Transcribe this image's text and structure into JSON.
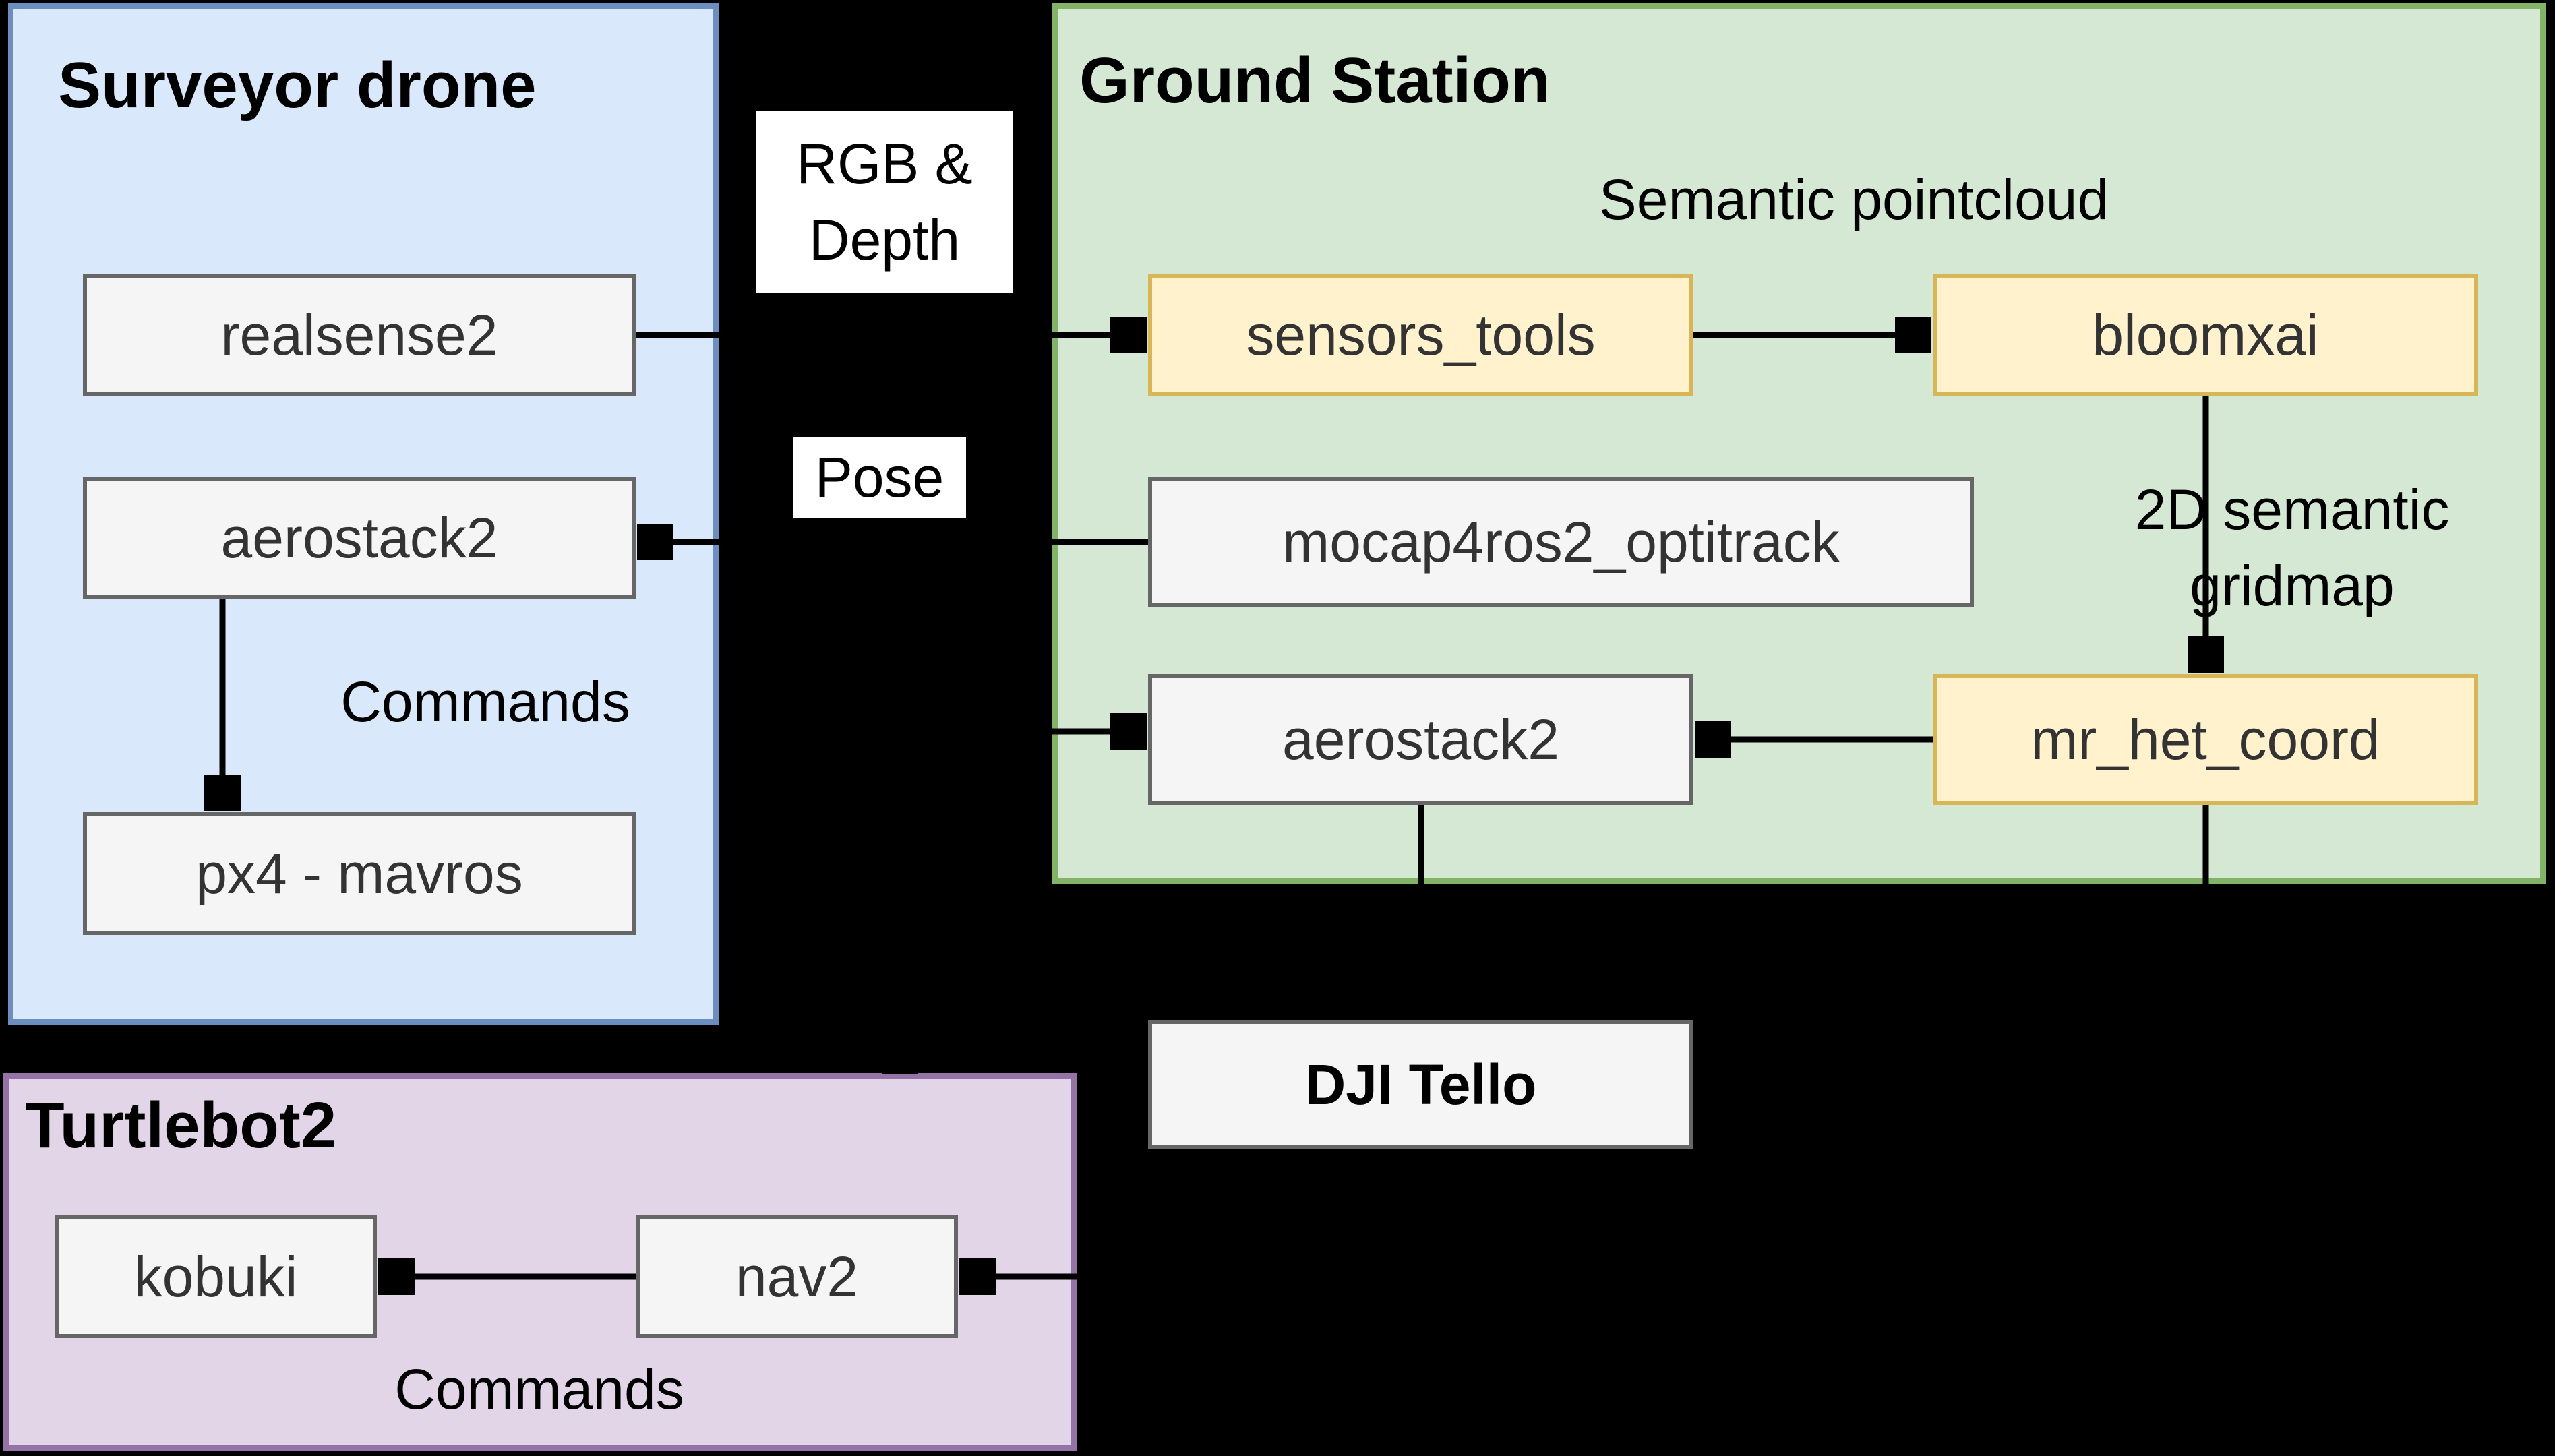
{
  "diagram": {
    "background": "#000000",
    "groups": {
      "surveyor_drone": {
        "title": "Surveyor drone",
        "fill": "#dae8fc",
        "stroke": "#6c8ebf"
      },
      "ground_station": {
        "title": "Ground Station",
        "fill": "#d5e8d4",
        "stroke": "#82b366"
      },
      "turtlebot2": {
        "title": "Turtlebot2",
        "fill": "#e1d5e7",
        "stroke": "#9673a6"
      },
      "dji_tello": {
        "title": "DJI Tello",
        "fill": "#e1d5e7",
        "stroke": "#9673a6"
      }
    },
    "nodes": {
      "realsense2": {
        "label": "realsense2"
      },
      "aerostack2_drone": {
        "label": "aerostack2"
      },
      "px4_mavros": {
        "label": "px4 - mavros"
      },
      "sensors_tools": {
        "label": "sensors_tools"
      },
      "bloomxai": {
        "label": "bloomxai"
      },
      "mocap4ros2_optitrack": {
        "label": "mocap4ros2_optitrack"
      },
      "aerostack2_gs": {
        "label": "aerostack2"
      },
      "mr_het_coord": {
        "label": "mr_het_coord"
      },
      "kobuki": {
        "label": "kobuki"
      },
      "nav2": {
        "label": "nav2"
      }
    },
    "labels": {
      "rgb_depth": "RGB &\nDepth",
      "pose": "Pose",
      "semantic_pointcloud": "Semantic pointcloud",
      "gridmap_2d": "2D semantic\ngridmap",
      "commands_drone": "Commands",
      "commands_turtlebot": "Commands"
    },
    "node_colors": {
      "default_fill": "#f5f5f5",
      "default_stroke": "#666666",
      "highlight_fill": "#fff2cc",
      "highlight_stroke": "#d6b656"
    }
  }
}
